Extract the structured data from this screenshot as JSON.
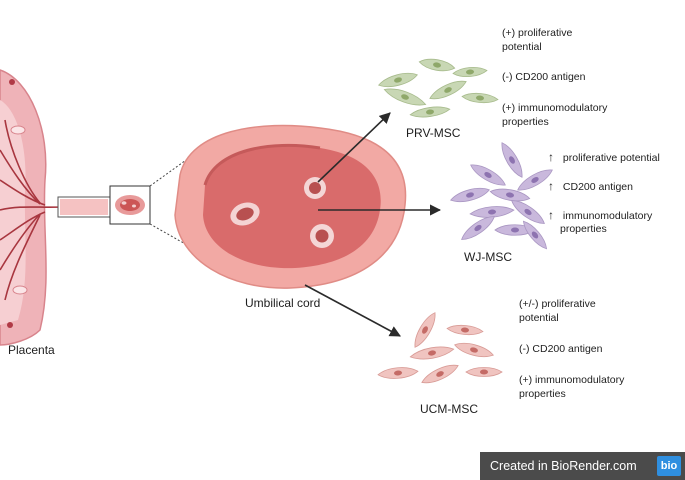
{
  "labels": {
    "placenta": "Placenta",
    "umbilical_cord": "Umbilical cord",
    "prv_msc": "PRV-MSC",
    "wj_msc": "WJ-MSC",
    "ucm_msc": "UCM-MSC"
  },
  "prv_props": {
    "p1": "(+) proliferative",
    "p1b": "potential",
    "p2": "(-) CD200 antigen",
    "p3": "(+) immunomodulatory",
    "p3b": "properties"
  },
  "wj_props": {
    "p1": "proliferative potential",
    "p2": "CD200 antigen",
    "p3": "immunomodulatory",
    "p3b": "properties",
    "arrow": "↑"
  },
  "ucm_props": {
    "p1": "(+/-) proliferative",
    "p1b": "potential",
    "p2": "(-) CD200 antigen",
    "p3": "(+) immunomodulatory",
    "p3b": "properties"
  },
  "badge": {
    "text": "Created in BioRender.com",
    "logo": "bio"
  },
  "colors": {
    "prv_cells": "#c8d7b4",
    "wj_cells": "#c9b8dc",
    "ucm_cells": "#f0c4c0",
    "cord_outer": "#f2a9a4",
    "cord_inner": "#d96b6b",
    "placenta": "#e9a2a8"
  }
}
